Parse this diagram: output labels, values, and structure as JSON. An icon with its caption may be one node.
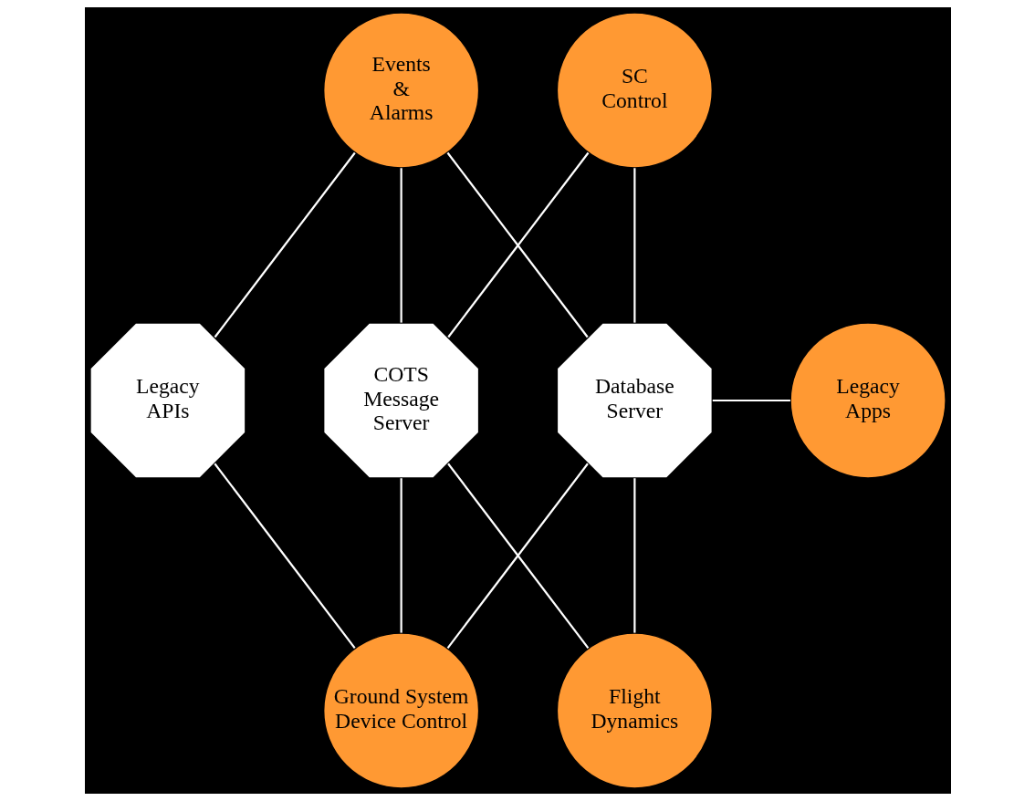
{
  "diagram": {
    "nodes": [
      {
        "text": [
          "Events & Alarms"
        ]
      },
      {
        "text": [
          "SC Control"
        ]
      },
      {
        "text": [
          "Legacy APIs"
        ]
      },
      {
        "text": [
          "COTS Message Server"
        ]
      },
      {
        "text": [
          "Database Server"
        ]
      },
      {
        "text": [
          "Legacy Apps"
        ]
      },
      {
        "text": [
          "Ground System Device Control"
        ]
      },
      {
        "text": [
          "Flight Dynamics"
        ]
      }
    ],
    "edges": [
      {
        "from": 0,
        "to": 2,
        "arrow": "none"
      },
      {
        "from": 0,
        "to": 3,
        "arrow": "none"
      },
      {
        "from": 0,
        "to": 4,
        "arrow": "none"
      },
      {
        "from": 1,
        "to": 3,
        "arrow": "none"
      },
      {
        "from": 1,
        "to": 4,
        "arrow": "none"
      },
      {
        "from": 4,
        "to": 5,
        "arrow": "none"
      },
      {
        "from": 2,
        "to": 6,
        "arrow": "none"
      },
      {
        "from": 3,
        "to": 6,
        "arrow": "none"
      },
      {
        "from": 4,
        "to": 6,
        "arrow": "none"
      },
      {
        "from": 3,
        "to": 7,
        "arrow": "none"
      },
      {
        "from": 4,
        "to": 7,
        "arrow": "none"
      }
    ]
  }
}
